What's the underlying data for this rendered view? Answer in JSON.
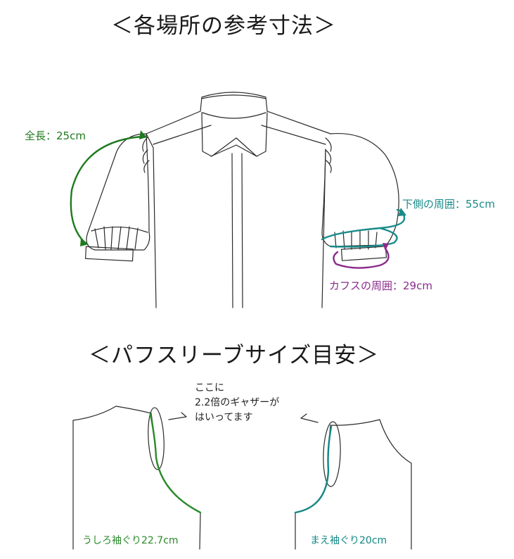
{
  "section1": {
    "title": "＜各場所の参考寸法＞"
  },
  "section2": {
    "title": "＜パフスリーブサイズ目安＞"
  },
  "labels": {
    "length": "全長：25cm",
    "lower_circ": "下側の周囲：55cm",
    "cuff_circ": "カフスの周囲：29cm",
    "back_armhole": "うしろ袖ぐり22.7cm",
    "front_armhole": "まえ袖ぐり20cm"
  },
  "note": {
    "line1": "ここに",
    "line2": "2.2倍のギャザーが",
    "line3": "はいってます"
  },
  "colors": {
    "line": "#2a2a2a",
    "green": "#1f7a1f",
    "teal": "#1a8a8a",
    "purple": "#8a2a8a",
    "armhole_green": "#2a8a2a",
    "armhole_teal": "#138585"
  }
}
